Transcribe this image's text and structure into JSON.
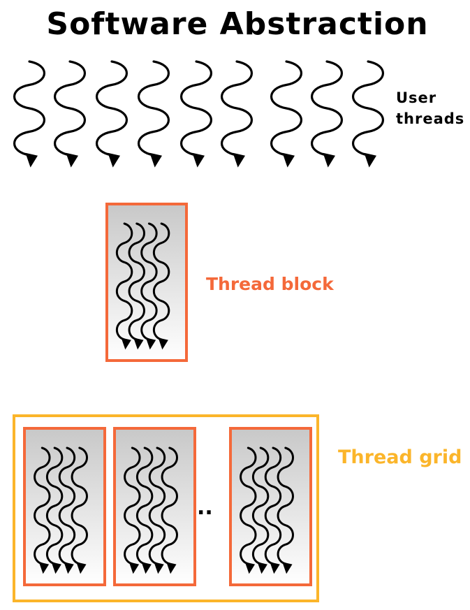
{
  "title": "Software Abstraction",
  "labels": {
    "user_threads": [
      "User",
      "threads"
    ],
    "thread_block": "Thread block",
    "thread_grid": "Thread grid"
  },
  "grid_ellipsis": "..",
  "colors": {
    "thread_block_accent": "#f4693a",
    "thread_grid_accent": "#fbb52a",
    "thread_stroke": "#000000",
    "block_fill_top": "#c8c8c8",
    "block_fill_bottom": "#ffffff"
  },
  "user_thread_count": 9,
  "threads_per_block": 4,
  "grid_blocks_shown": 3
}
